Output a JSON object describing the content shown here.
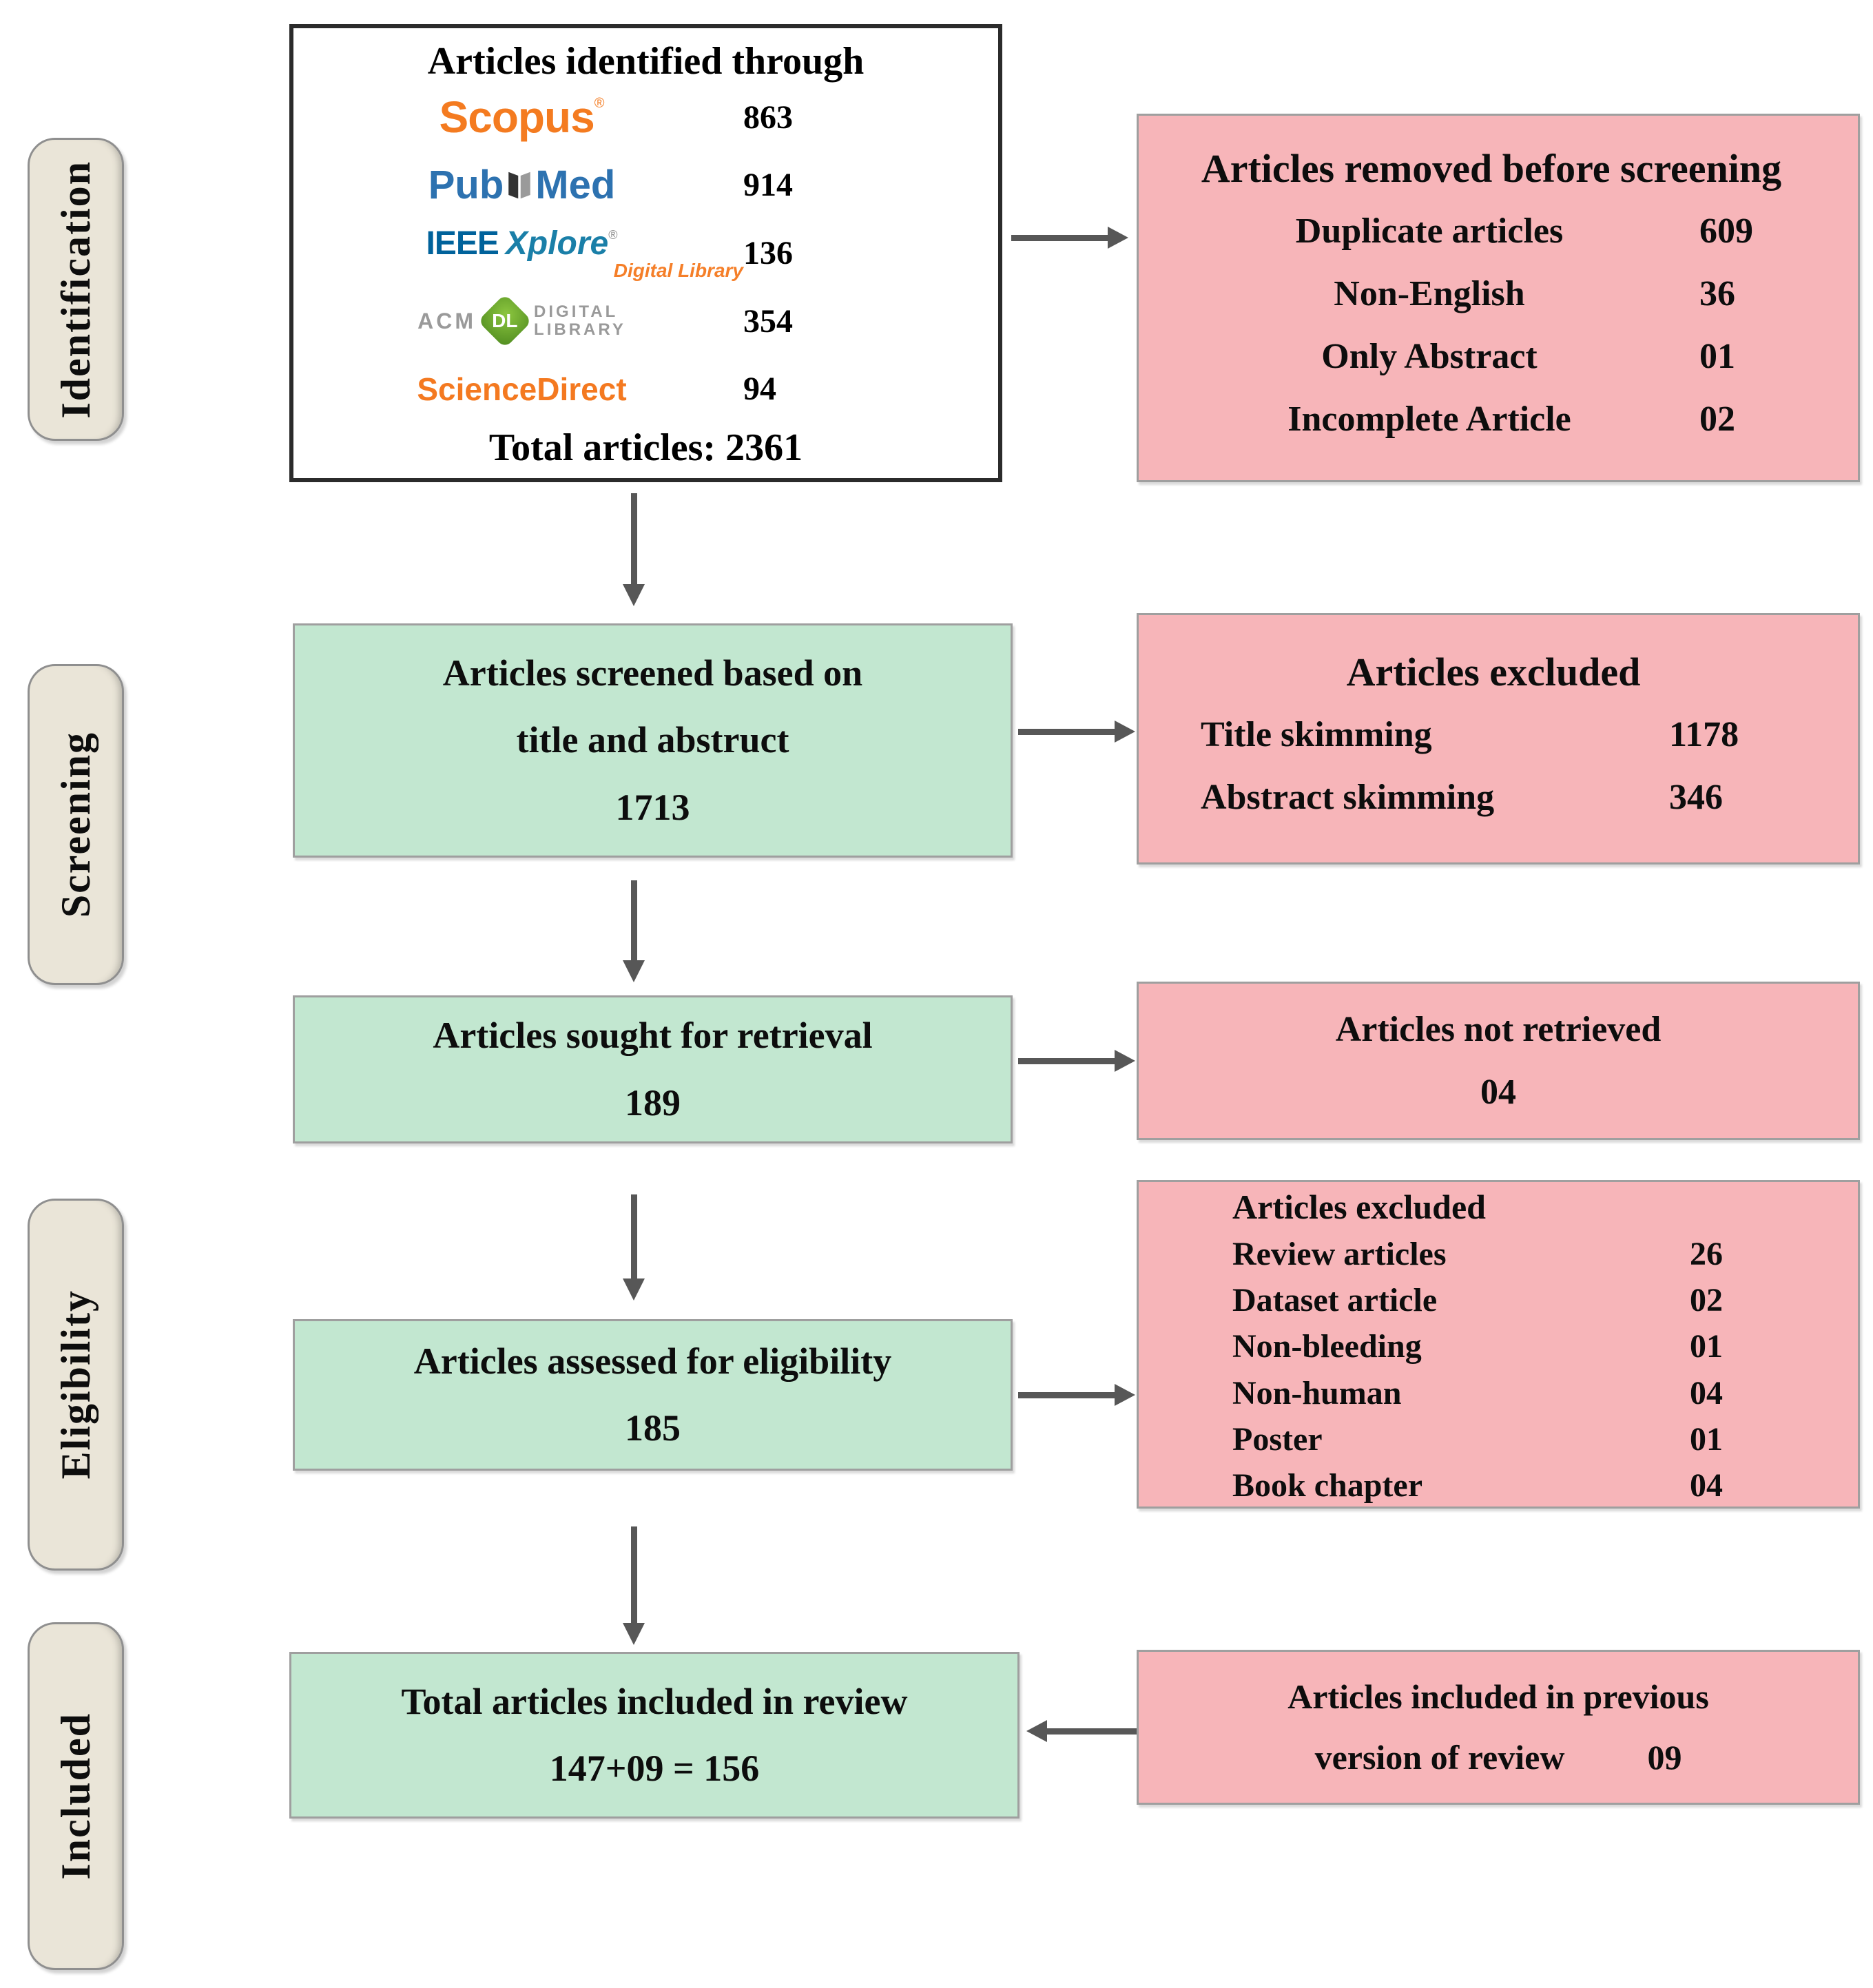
{
  "colors": {
    "stage_bg": "#eae5d8",
    "stage_border": "#8f8f8f",
    "green_bg": "#c2e7d0",
    "pink_bg": "#f7b5b9",
    "box_border": "#9f9f9f",
    "white_box_border": "#2b2b2b",
    "arrow": "#575757",
    "scopus_orange": "#f47b20",
    "pubmed_blue": "#2d72b0",
    "ieee_blue": "#00629b",
    "ieee_orange": "#f57f29",
    "acm_gray": "#9a9a9a",
    "acm_green": "#5a9e27",
    "sciencedirect_orange": "#f47920"
  },
  "stages": [
    "Identification",
    "Screening",
    "Eligibility",
    "Included"
  ],
  "identification": {
    "title": "Articles identified through",
    "sources": [
      {
        "name": "Scopus",
        "reg": "®",
        "count": "863"
      },
      {
        "pub": "Pub",
        "med": "Med",
        "count": "914"
      },
      {
        "ieee": "IEEE",
        "xplore": "Xplore",
        "reg": "®",
        "sub": "Digital Library",
        "count": "136"
      },
      {
        "acm": "ACM",
        "dl": "DL",
        "digital": "DIGITAL",
        "library": "LIBRARY",
        "count": "354"
      },
      {
        "name": "ScienceDirect",
        "count": "94"
      }
    ],
    "total": "Total articles: 2361"
  },
  "flow": [
    {
      "line1": "Articles screened based on",
      "line2": "title and abstruct",
      "line3": "1713"
    },
    {
      "line1": "Articles sought for retrieval",
      "line2": "189"
    },
    {
      "line1": "Articles assessed for eligibility",
      "line2": "185"
    },
    {
      "line1": "Total articles included in review",
      "line2": "147+09 = 156"
    }
  ],
  "exclusions": [
    {
      "title": "Articles removed before screening",
      "rows": [
        {
          "label": "Duplicate articles",
          "value": "609"
        },
        {
          "label": "Non-English",
          "value": "36"
        },
        {
          "label": "Only Abstract",
          "value": "01"
        },
        {
          "label": "Incomplete Article",
          "value": "02"
        }
      ]
    },
    {
      "title": "Articles excluded",
      "rows": [
        {
          "label": "Title skimming",
          "value": "1178"
        },
        {
          "label": "Abstract skimming",
          "value": "346"
        }
      ]
    },
    {
      "line1": "Articles not retrieved",
      "line2": "04"
    },
    {
      "title": "Articles excluded",
      "rows": [
        {
          "label": "Review articles",
          "value": "26"
        },
        {
          "label": "Dataset article",
          "value": "02"
        },
        {
          "label": "Non-bleeding",
          "value": "01"
        },
        {
          "label": "Non-human",
          "value": "04"
        },
        {
          "label": "Poster",
          "value": "01"
        },
        {
          "label": "Book chapter",
          "value": "04"
        }
      ]
    },
    {
      "line1": "Articles included in previous",
      "line2": "version of review",
      "value": "09"
    }
  ]
}
